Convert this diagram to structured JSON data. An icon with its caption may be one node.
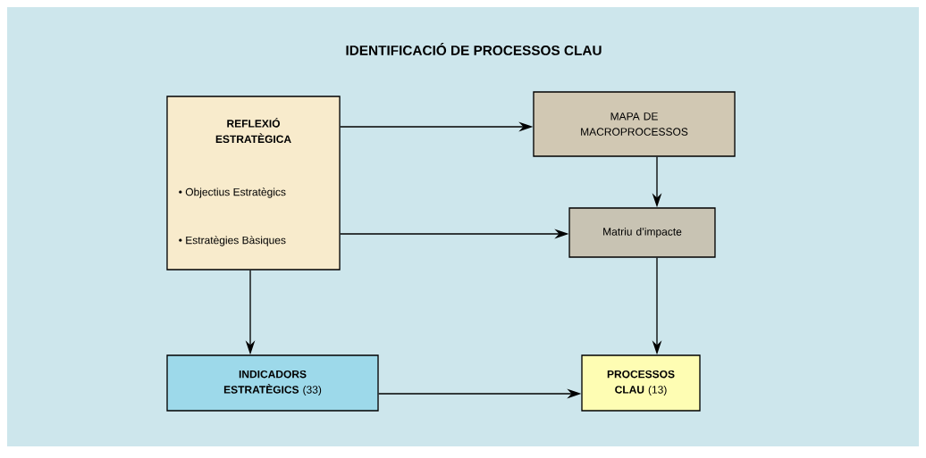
{
  "diagram": {
    "title": "IDENTIFICACIÓ DE PROCESSOS CLAU",
    "nodes": [
      {
        "text": [
          "REFLEXIÓ ESTRATÈGICA",
          "• Objectius Estratègics",
          "• Estratègies Bàsiques"
        ]
      },
      {
        "text": [
          "MAPA DE MACROPROCESSOS"
        ]
      },
      {
        "text": [
          "Matriu d’impacte"
        ]
      },
      {
        "text": [
          "**INDICADORS ESTRATÈGICS** (33)"
        ]
      },
      {
        "text": [
          "**PROCESSOS CLAU** (13)"
        ]
      }
    ],
    "edges": [
      {
        "from": 0,
        "to": 1,
        "arrow": "to"
      },
      {
        "from": 0,
        "to": 2,
        "arrow": "to"
      },
      {
        "from": 0,
        "to": 3,
        "arrow": "to"
      },
      {
        "from": 1,
        "to": 2,
        "arrow": "to"
      },
      {
        "from": 2,
        "to": 4,
        "arrow": "to"
      },
      {
        "from": 3,
        "to": 4,
        "arrow": "to"
      }
    ]
  }
}
